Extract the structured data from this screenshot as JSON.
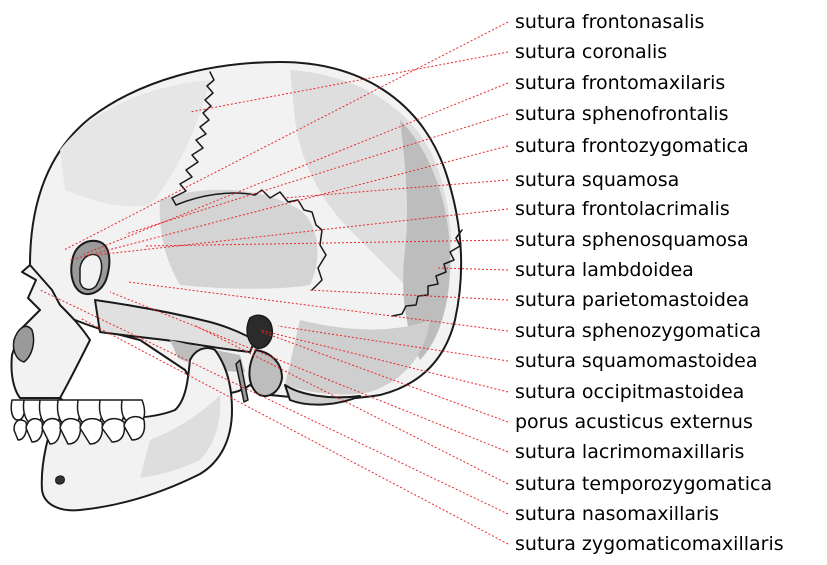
{
  "labels": [
    "sutura frontonasalis",
    "sutura coronalis",
    "sutura frontomaxilaris",
    "sutura sphenofrontalis",
    "sutura frontozygomatica",
    "sutura squamosa",
    "sutura frontolacrimalis",
    "sutura sphenosquamosa",
    "sutura lambdoidea",
    "sutura parietomastoidea",
    "sutura sphenozygomatica",
    "sutura squamomastoidea",
    "sutura occipitmastoidea",
    "porus acusticus externus",
    "sutura lacrimomaxillaris",
    "sutura temporozygomatica",
    "sutura nasomaxillaris",
    "sutura zygomaticomaxillaris"
  ],
  "colors": {
    "leader_line": "#e8292b",
    "bone_outline": "#1a1a1a",
    "bone_fill": "#f2f2f2",
    "shade_light": "#dedede",
    "shade_mid": "#bdbdbd",
    "shade_dark": "#9a9a9a"
  }
}
